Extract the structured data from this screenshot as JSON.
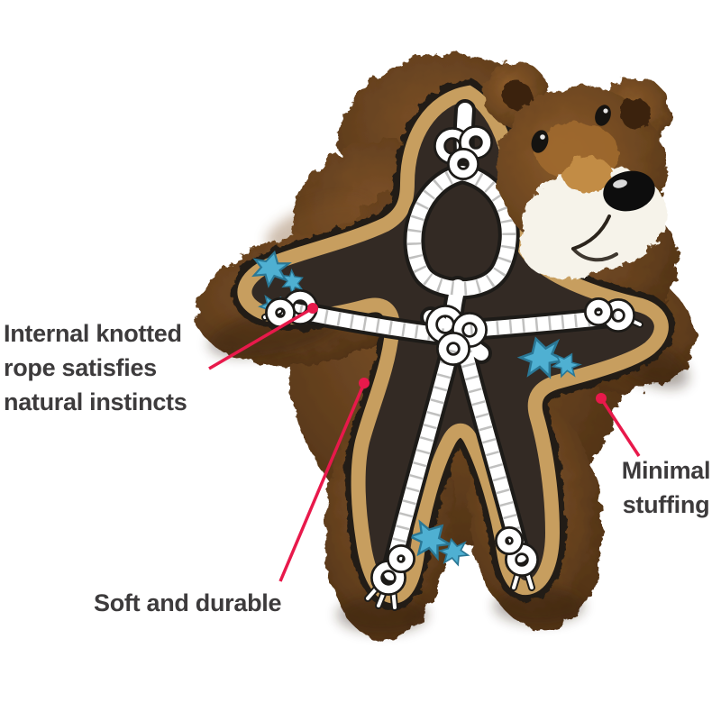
{
  "colors": {
    "background": "#ffffff",
    "callout": "#e8194b",
    "label_text": "#3d3b3c",
    "trim_tan": "#c79e5f",
    "interior": "#332a24",
    "rope_white": "#ffffff",
    "rope_outline": "#1d1b18",
    "fabric_blue": "#4fb0d2",
    "nose_black": "#0d0d0d",
    "fur_brown": "#64401e",
    "muzzle_white": "#f6f3ea"
  },
  "callouts": [
    {
      "id": "internal-rope",
      "lines": [
        "Internal knotted",
        "rope satisfies",
        "natural instincts"
      ]
    },
    {
      "id": "minimal-stuffing",
      "lines": [
        "Minimal",
        "stuffing"
      ]
    },
    {
      "id": "soft-durable",
      "lines": [
        "Soft and durable"
      ]
    }
  ]
}
